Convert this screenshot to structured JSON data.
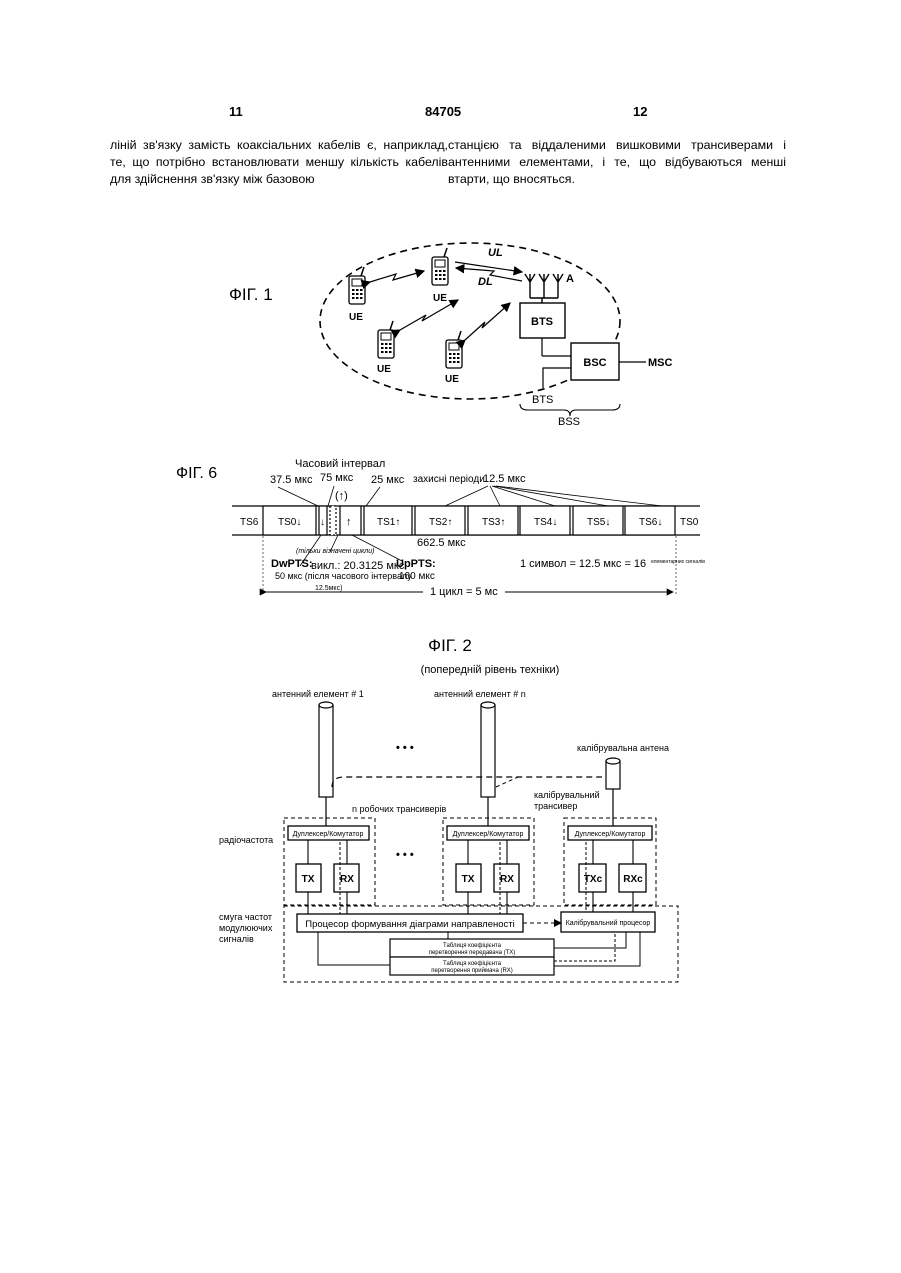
{
  "header": {
    "page_left": "11",
    "patent_number": "84705",
    "page_right": "12"
  },
  "text": {
    "col_left": "ліній зв'язку замість коаксіальних кабелів є, наприклад, те, що потрібно встановлювати меншу кількість кабелів для здійснення зв'язку між базовою",
    "col_right": "станцією та віддаленими вишковими трансиверами і антенними елементами, і те, що відбуваються менші втарти, що вносяться."
  },
  "fig1": {
    "title": "ФІГ. 1",
    "ue": "UE",
    "ul": "UL",
    "dl": "DL",
    "antenna": "A",
    "bts": "BTS",
    "bsc": "BSC",
    "msc": "MSC",
    "bts2": "BTS",
    "bss": "BSS"
  },
  "fig6": {
    "title": "ФІГ. 6",
    "timing_interval": "Часовий інтервал",
    "t75": "75 мкс",
    "t37": "37.5 мкс",
    "t25": "25 мкс",
    "guard": "захисні періоди",
    "t12": "12.5 мкс",
    "slots": [
      "TS6",
      "TS0",
      "TS1",
      "TS2",
      "TS3",
      "TS4",
      "TS5",
      "TS6",
      "TS0"
    ],
    "t662": "662.5 мкс",
    "only_some": "(тільки візначені цикли)",
    "dwpts": "DwPTS:",
    "off": "викл.: 20.3125 мкс",
    "uppts": "UpPTS:",
    "t50": "50 мкс (після часового інтервалу",
    "t100": "100 мкс",
    "t12b": "12.5мкс)",
    "symbol": "1 символ = 12.5 мкс = 16",
    "symbol_small": "елементарних сигналів",
    "cycle": "1 цикл   = 5 мс"
  },
  "fig2": {
    "title": "ФІГ. 2",
    "subtitle": "(попередній рівень техніки)",
    "ant1": "антенний елемент # 1",
    "antn": "антенний елемент # n",
    "dots": "• • •",
    "cal_ant": "калібрувальна антена",
    "n_trx": "n робочих трансиверів",
    "cal_trx_1": "калібрувальний",
    "cal_trx_2": "трансивер",
    "radio": "радіочастота",
    "baseband_1": "смуга частот",
    "baseband_2": "модулюючих",
    "baseband_3": "сигналів",
    "duplexer": "Дуплексер/Комутатор",
    "tx": "TX",
    "rx": "RX",
    "txc": "TXc",
    "rxc": "RXc",
    "beam": "Процесор формування діаграми направленості",
    "cal_proc": "Калібрувальний процесор",
    "tbl_tx_1": "Таблиця коефіцієнта",
    "tbl_tx_2": "перетворення передавача (TX)",
    "tbl_rx_1": "Таблиця коефіцієнта",
    "tbl_rx_2": "перетворення приймача (RX)"
  }
}
